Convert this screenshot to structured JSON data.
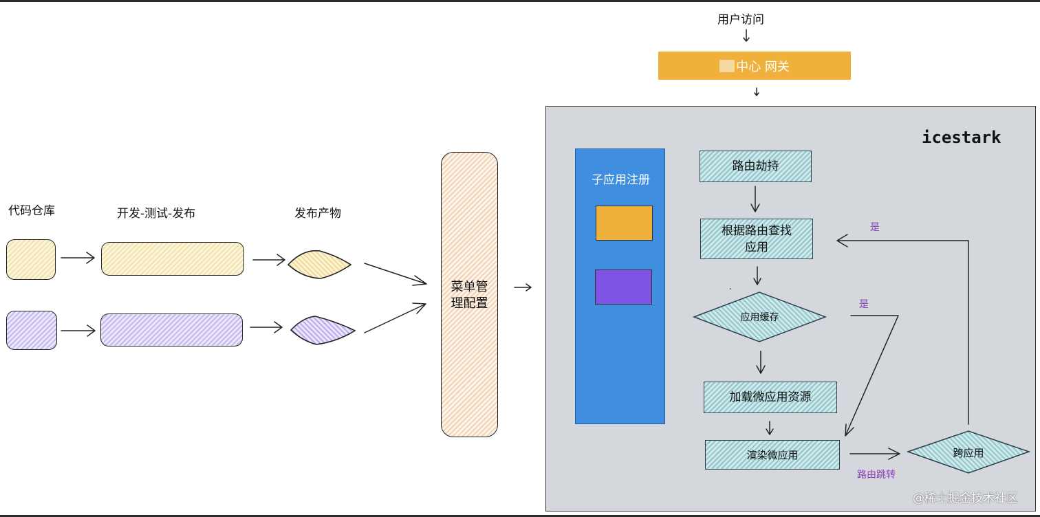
{
  "top": {
    "user_access": "用户访问",
    "gateway": "中心 网关"
  },
  "pipeline": {
    "repo_label": "代码仓库",
    "dev_label": "开发-测试-发布",
    "artifact_label": "发布产物",
    "menu_label": "菜单管\n理配置"
  },
  "icestark": {
    "title": "icestark",
    "registry_label": "子应用注册",
    "route_hijack": "路由劫持",
    "find_app": "根据路由查找\n应用",
    "app_cache": "应用缓存",
    "load_resources": "加载微应用资源",
    "render_app": "渲染微应用",
    "cross_app": "跨应用",
    "yes_1": "是",
    "yes_2": "是",
    "route_jump": "路由跳转",
    "dot": "."
  },
  "watermark": "@稀土掘金技术社区",
  "colors": {
    "gateway": "#f0b13c",
    "registry": "#3f8ee0",
    "sub_app_orange": "#f0b13c",
    "sub_app_purple": "#7f54e4",
    "panel": "#d4d7dc",
    "teal_hatch": "#8ec7cb",
    "purple_text": "#8a3fb8"
  }
}
